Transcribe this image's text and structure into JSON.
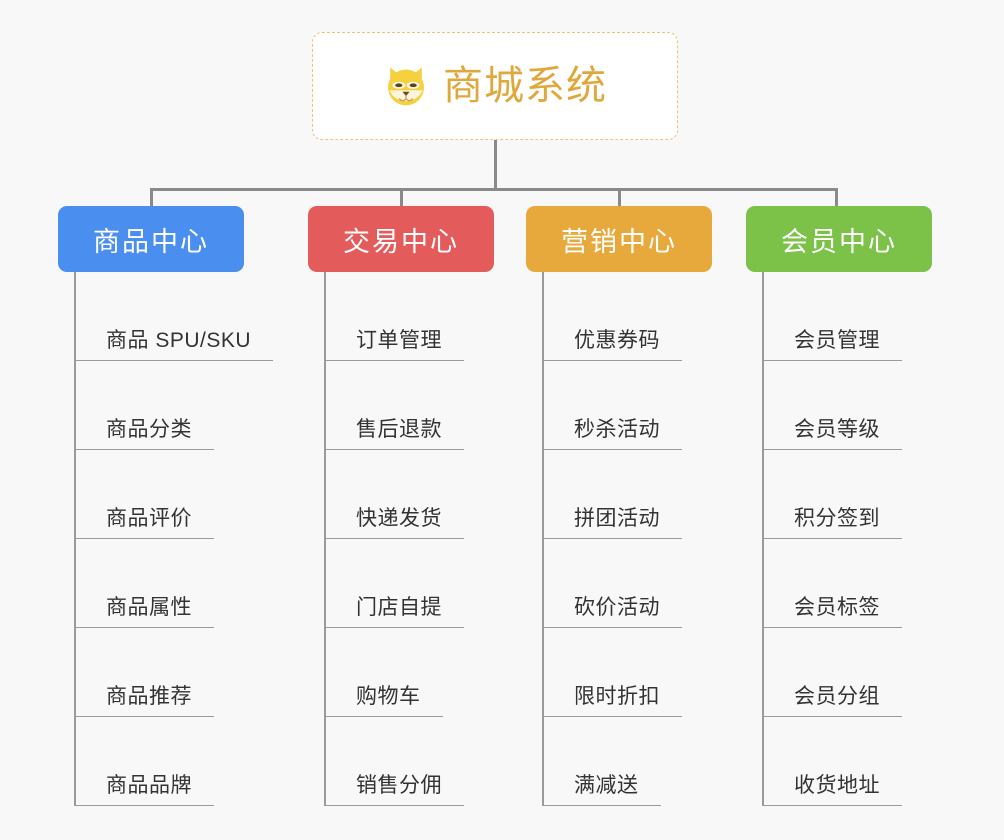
{
  "diagram": {
    "background_color": "#f8f8f9",
    "connector_color": "#8a8a8a"
  },
  "root": {
    "title": "商城系统",
    "icon": "shiba-dog-icon",
    "text_color": "#e0a83c",
    "border_color": "#efc278",
    "background_color": "#ffffff"
  },
  "columns": [
    {
      "label": "商品中心",
      "color": "#4a8ef0",
      "items": [
        "商品 SPU/SKU",
        "商品分类",
        "商品评价",
        "商品属性",
        "商品推荐",
        "商品品牌"
      ]
    },
    {
      "label": "交易中心",
      "color": "#e45b5b",
      "items": [
        "订单管理",
        "售后退款",
        "快递发货",
        "门店自提",
        "购物车",
        "销售分佣"
      ]
    },
    {
      "label": "营销中心",
      "color": "#e8a93c",
      "items": [
        "优惠券码",
        "秒杀活动",
        "拼团活动",
        "砍价活动",
        "限时折扣",
        "满减送"
      ]
    },
    {
      "label": "会员中心",
      "color": "#7cc249",
      "items": [
        "会员管理",
        "会员等级",
        "积分签到",
        "会员标签",
        "会员分组",
        "收货地址"
      ]
    }
  ]
}
